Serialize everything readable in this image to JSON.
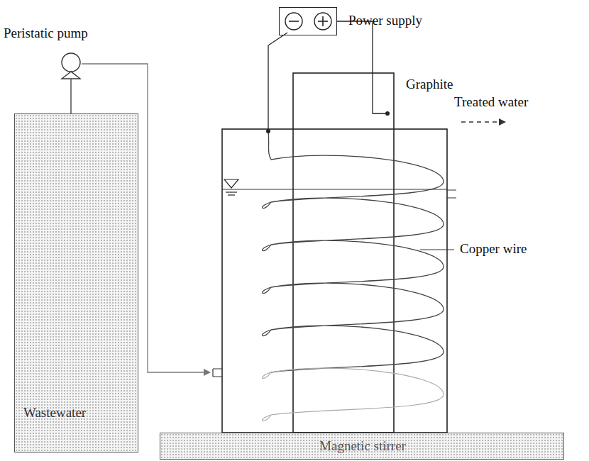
{
  "diagram": {
    "nodes": [
      {
        "text": [
          "Power supply"
        ]
      },
      {
        "text": [
          "Peristatic pump"
        ]
      },
      {
        "text": [
          "Wastewater"
        ]
      },
      {
        "text": [
          "Magnetic stirrer"
        ]
      }
    ],
    "edges": [
      {
        "from": 1,
        "to": 2,
        "arrow": "none"
      }
    ],
    "labels": [
      "Graphite",
      "Treated water",
      "Copper wire"
    ]
  }
}
